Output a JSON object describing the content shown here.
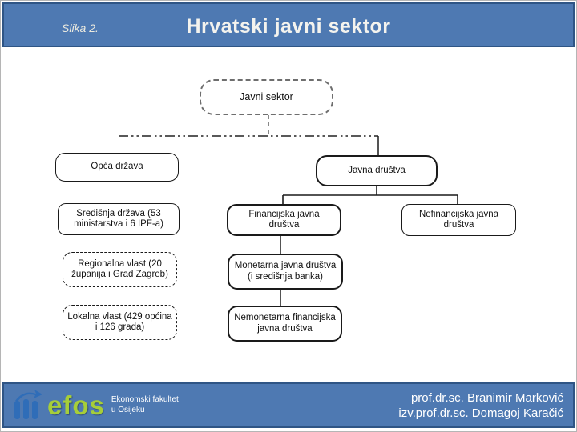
{
  "header": {
    "label": "Slika 2.",
    "title": "Hrvatski javni sektor"
  },
  "diagram": {
    "nodes": {
      "javni_sektor": "Javni sektor",
      "opca_drzava": "Opća država",
      "javna_drustva": "Javna društva",
      "sredisnja_drzava": "Središnja država (53 ministarstva i 6 IPF-a)",
      "financijska": "Financijska javna društva",
      "nefinancijska": "Nefinancijska javna društva",
      "regionalna": "Regionalna vlast (20 županija i Grad Zagreb)",
      "monetarna": "Monetarna javna društva (i središnja banka)",
      "lokalna": "Lokalna vlast (429 općina i 126 grada)",
      "nemonetarna": "Nemonetarna financijska javna društva"
    }
  },
  "footer": {
    "logo": {
      "name": "efos",
      "subtitle_line1": "Ekonomski fakultet",
      "subtitle_line2": "u Osijeku"
    },
    "authors": [
      "prof.dr.sc. Branimir Marković",
      "izv.prof.dr.sc. Domagoj Karačić"
    ]
  },
  "colors": {
    "bar_blue": "#4e79b2",
    "bar_border": "#2f5585",
    "logo_green": "#a6ce39",
    "logo_blue": "#2f6db8",
    "box_border": "#1a1a1a"
  }
}
